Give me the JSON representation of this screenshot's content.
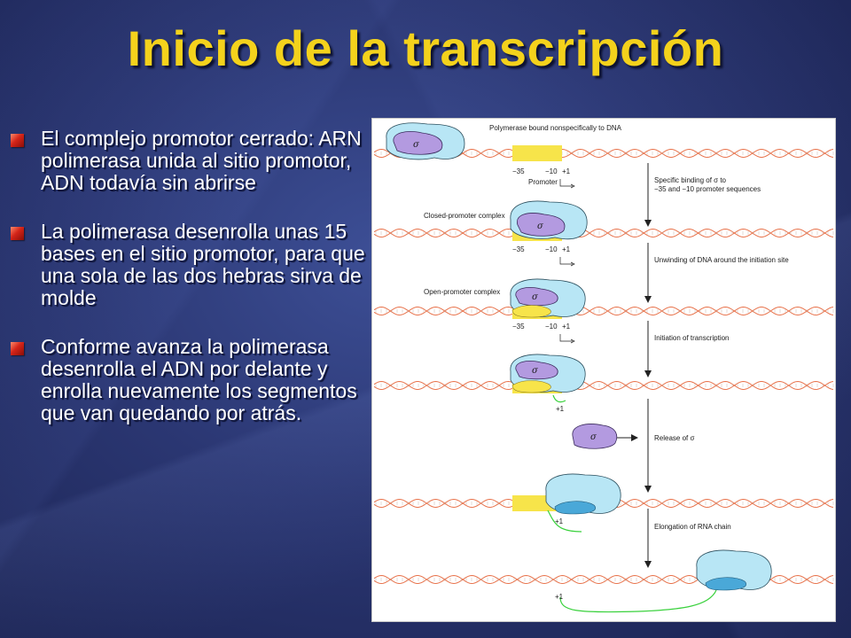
{
  "slide": {
    "title": "Inicio de la transcripción",
    "accent_color": "#f4d21c",
    "bullet_icon": "red-square-bullet-icon",
    "bullets": [
      "El complejo promotor cerrado: ARN polimerasa unida al sitio promotor, ADN todavía sin abrirse",
      "La polimerasa desenrolla unas 15 bases en el sitio promotor, para que una sola de las dos hebras sirva de molde",
      "Conforme avanza la polimerasa desenrolla el ADN por delante y enrolla nuevamente los segmentos que van quedando por atrás."
    ]
  },
  "figure": {
    "labels": {
      "polymerase_nonspecific": "Polymerase bound nonspecifically to DNA",
      "minus35": "−35",
      "minus10": "−10",
      "plus1": "+1",
      "promoter": "Promoter",
      "specific_binding_1": "Specific binding of σ to",
      "specific_binding_2": "−35 and −10 promoter sequences",
      "closed_complex": "Closed-promoter complex",
      "unwinding": "Unwinding of DNA around the initiation site",
      "open_complex": "Open-promoter complex",
      "initiation": "Initiation of transcription",
      "release": "Release of σ",
      "elongation": "Elongation of RNA chain",
      "sigma": "σ"
    },
    "colors": {
      "dna_strand": "#e8734c",
      "promoter_box": "#f7e44a",
      "core_polymerase": "#b8e6f5",
      "sigma_factor": "#b39ae0",
      "rna": "#39d13c",
      "arrow": "#222222"
    }
  }
}
